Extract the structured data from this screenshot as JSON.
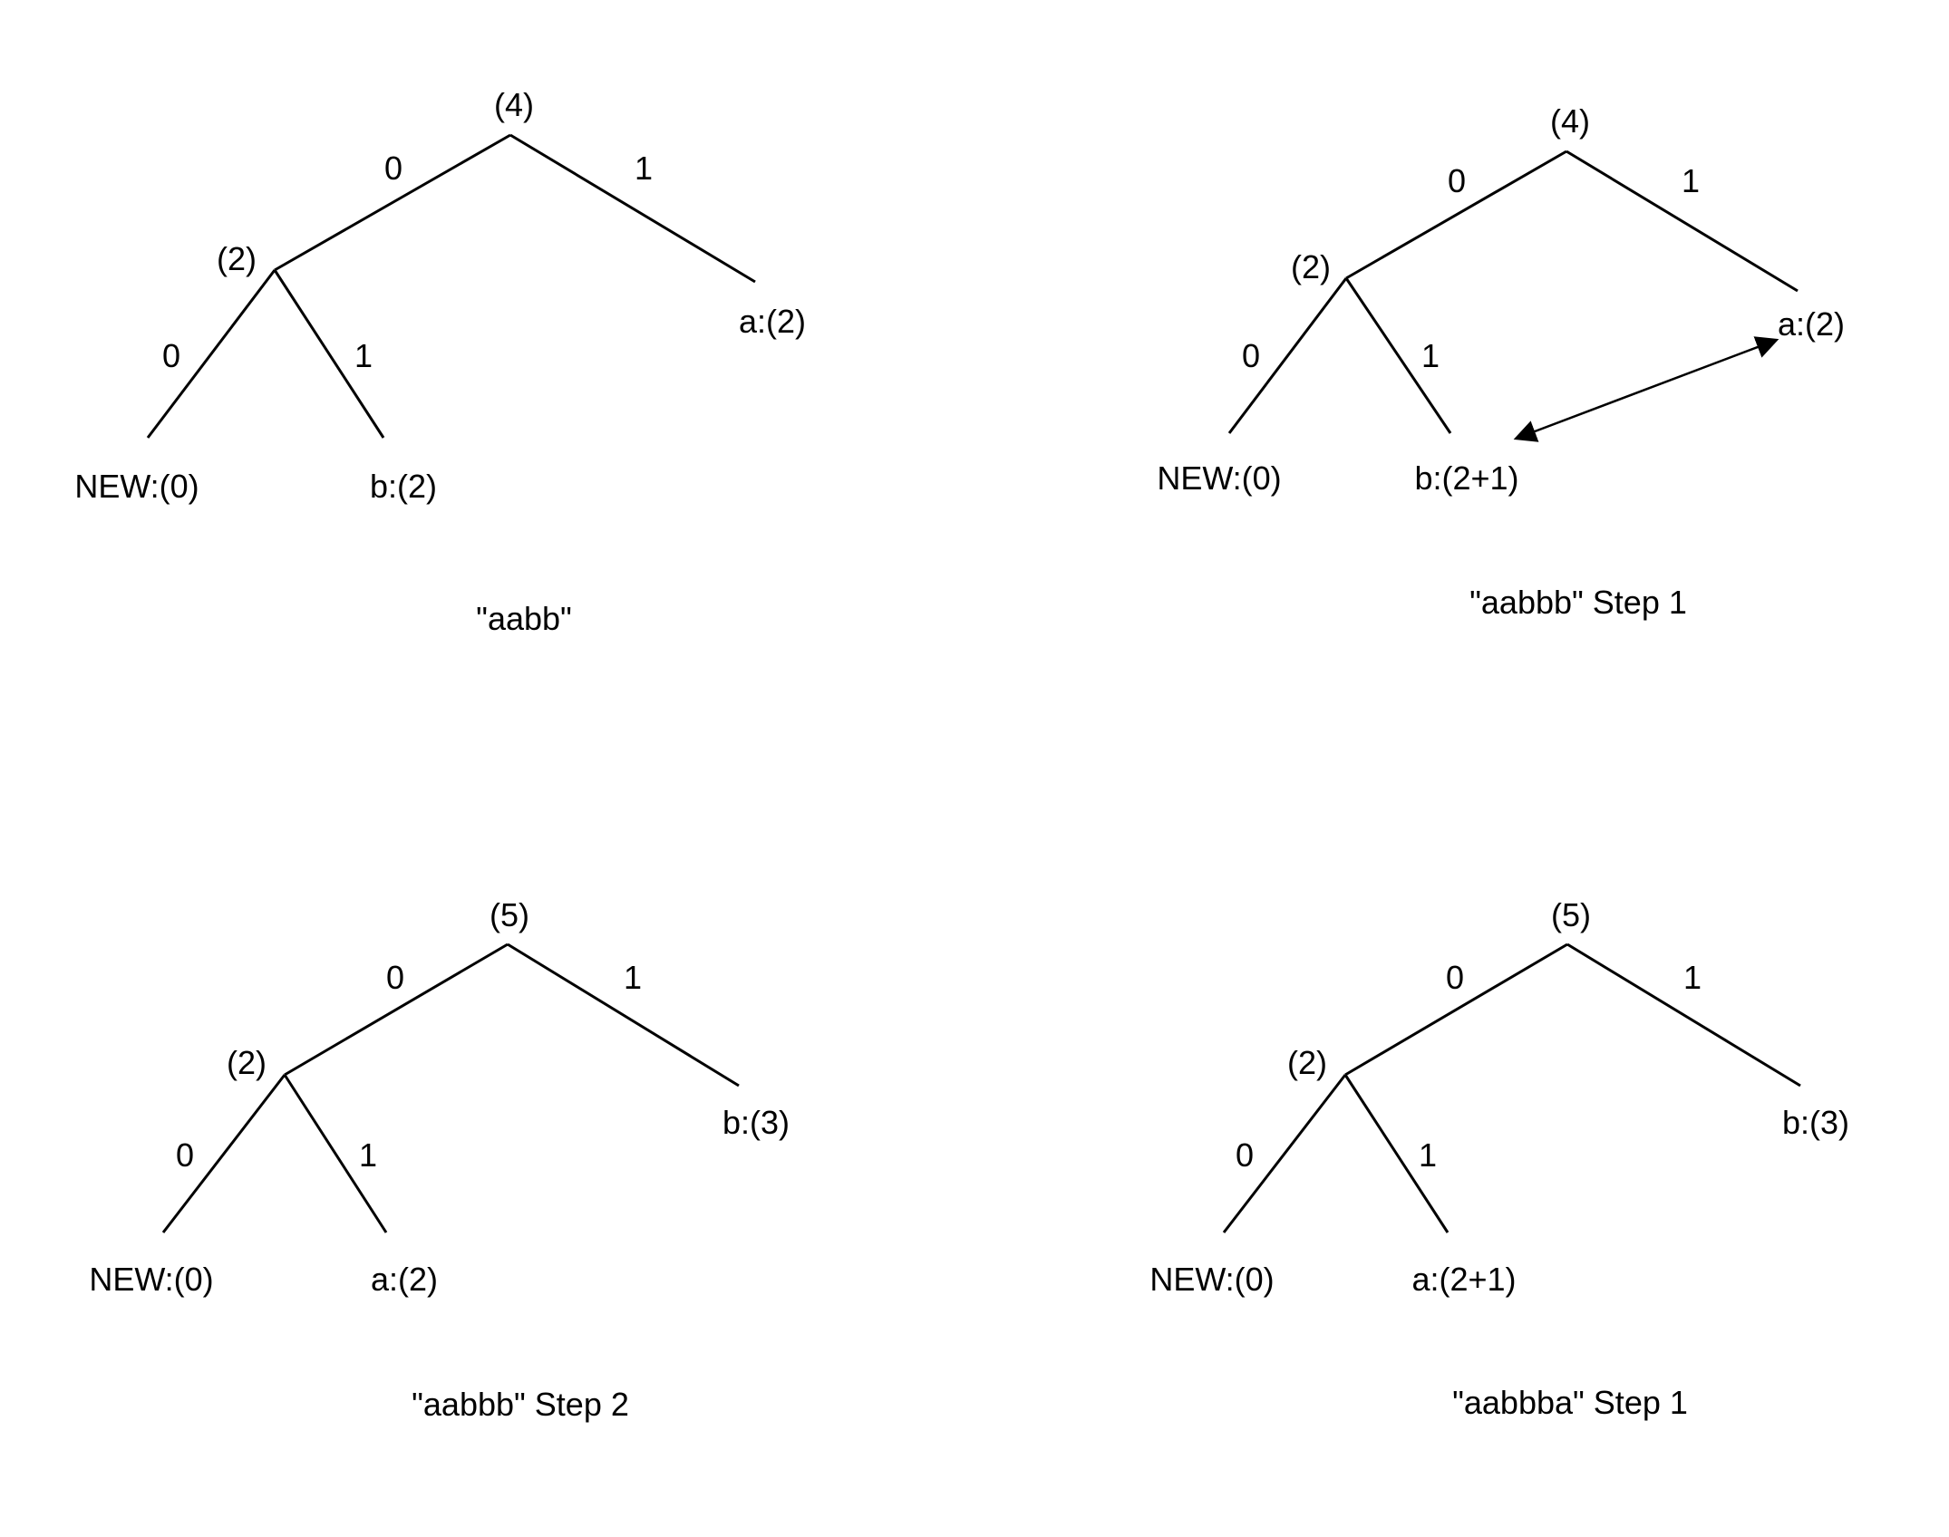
{
  "diagrams": [
    {
      "root": "(4)",
      "root_edge_labels": [
        "0",
        "1"
      ],
      "internal": "(2)",
      "internal_edge_labels": [
        "0",
        "1"
      ],
      "leaf_right": "a:(2)",
      "leaf_left": "NEW:(0)",
      "leaf_mid": "b:(2)",
      "caption": "\"aabb\"",
      "has_swap_arrow": false
    },
    {
      "root": "(4)",
      "root_edge_labels": [
        "0",
        "1"
      ],
      "internal": "(2)",
      "internal_edge_labels": [
        "0",
        "1"
      ],
      "leaf_right": "a:(2)",
      "leaf_left": "NEW:(0)",
      "leaf_mid": "b:(2+1)",
      "caption": "\"aabbb\" Step 1",
      "has_swap_arrow": true
    },
    {
      "root": "(5)",
      "root_edge_labels": [
        "0",
        "1"
      ],
      "internal": "(2)",
      "internal_edge_labels": [
        "0",
        "1"
      ],
      "leaf_right": "b:(3)",
      "leaf_left": "NEW:(0)",
      "leaf_mid": "a:(2)",
      "caption": "\"aabbb\" Step 2",
      "has_swap_arrow": false
    },
    {
      "root": "(5)",
      "root_edge_labels": [
        "0",
        "1"
      ],
      "internal": "(2)",
      "internal_edge_labels": [
        "0",
        "1"
      ],
      "leaf_right": "b:(3)",
      "leaf_left": "NEW:(0)",
      "leaf_mid": "a:(2+1)",
      "caption": "\"aabbba\" Step 1",
      "has_swap_arrow": false
    }
  ]
}
